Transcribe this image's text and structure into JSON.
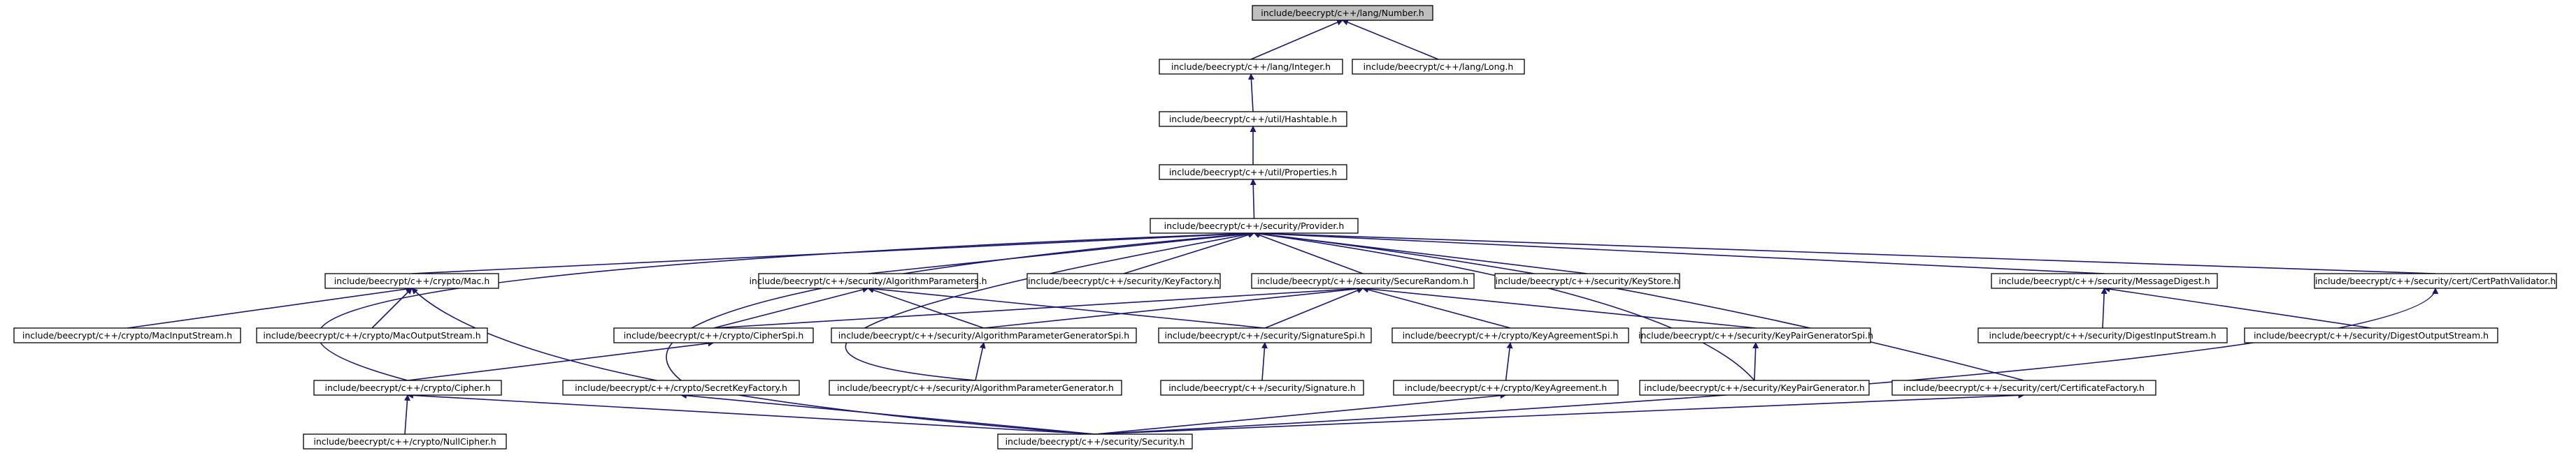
{
  "colors": {
    "edge": "#191970",
    "node_border": "#000000",
    "root_fill": "#bfbfbf",
    "node_fill": "#ffffff"
  },
  "nodes": {
    "number": "include/beecrypt/c++/lang/Number.h",
    "integer": "include/beecrypt/c++/lang/Integer.h",
    "long": "include/beecrypt/c++/lang/Long.h",
    "hashtable": "include/beecrypt/c++/util/Hashtable.h",
    "properties": "include/beecrypt/c++/util/Properties.h",
    "provider": "include/beecrypt/c++/security/Provider.h",
    "mac": "include/beecrypt/c++/crypto/Mac.h",
    "algparams": "include/beecrypt/c++/security/AlgorithmParameters.h",
    "keyfactory": "include/beecrypt/c++/security/KeyFactory.h",
    "securerandom": "include/beecrypt/c++/security/SecureRandom.h",
    "keystore": "include/beecrypt/c++/security/KeyStore.h",
    "messagedigest": "include/beecrypt/c++/security/MessageDigest.h",
    "certpathvalidator": "include/beecrypt/c++/security/cert/CertPathValidator.h",
    "macinputstream": "include/beecrypt/c++/crypto/MacInputStream.h",
    "macoutputstream": "include/beecrypt/c++/crypto/MacOutputStream.h",
    "cipherspi": "include/beecrypt/c++/crypto/CipherSpi.h",
    "algparamgenspi": "include/beecrypt/c++/security/AlgorithmParameterGeneratorSpi.h",
    "signaturespi": "include/beecrypt/c++/security/SignatureSpi.h",
    "keyagreementspi": "include/beecrypt/c++/crypto/KeyAgreementSpi.h",
    "keypairgenspi": "include/beecrypt/c++/security/KeyPairGeneratorSpi.h",
    "digestinputstream": "include/beecrypt/c++/security/DigestInputStream.h",
    "digestoutputstream": "include/beecrypt/c++/security/DigestOutputStream.h",
    "cipher": "include/beecrypt/c++/crypto/Cipher.h",
    "secretkeyfactory": "include/beecrypt/c++/crypto/SecretKeyFactory.h",
    "algparamgen": "include/beecrypt/c++/security/AlgorithmParameterGenerator.h",
    "signature": "include/beecrypt/c++/security/Signature.h",
    "keyagreement": "include/beecrypt/c++/crypto/KeyAgreement.h",
    "keypairgenerator": "include/beecrypt/c++/security/KeyPairGenerator.h",
    "certificatefactory": "include/beecrypt/c++/security/cert/CertificateFactory.h",
    "nullcipher": "include/beecrypt/c++/crypto/NullCipher.h",
    "security": "include/beecrypt/c++/security/Security.h"
  }
}
